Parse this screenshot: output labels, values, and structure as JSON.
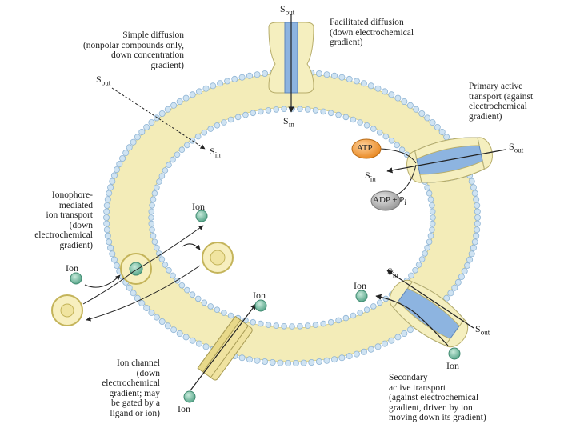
{
  "labels": {
    "simple_diffusion": [
      "Simple diffusion",
      "(nonpolar compounds only,",
      "down concentration",
      "gradient)"
    ],
    "facilitated_diffusion": [
      "Facilitated diffusion",
      "(down electrochemical",
      "gradient)"
    ],
    "primary_active": [
      "Primary active",
      "transport (against",
      "electrochemical",
      "gradient)"
    ],
    "ionophore": [
      "Ionophore-",
      "mediated",
      "ion transport",
      "(down",
      "electrochemical",
      "gradient)"
    ],
    "ion_channel": [
      "Ion channel",
      "(down",
      "electrochemical",
      "gradient; may",
      "be gated by a",
      "ligand or ion)"
    ],
    "secondary_active": [
      "Secondary",
      "active transport",
      "(against electrochemical",
      "gradient, driven by ion",
      "moving down its gradient)"
    ]
  },
  "symbols": {
    "s": "S",
    "out": "out",
    "in": "in",
    "ion": "Ion",
    "atp": "ATP",
    "adp": "ADP + P",
    "pi_sub": "i"
  },
  "colors": {
    "membrane": "#f3ecb8",
    "head_group": "#cfe3f2",
    "head_stroke": "#8fb4d4",
    "transporter": "#f5efbf",
    "transporter_blue": "#8db4e0",
    "ion": "#7fc4ad",
    "atp": "#f0a24a",
    "adp": "#b8b8b8"
  }
}
